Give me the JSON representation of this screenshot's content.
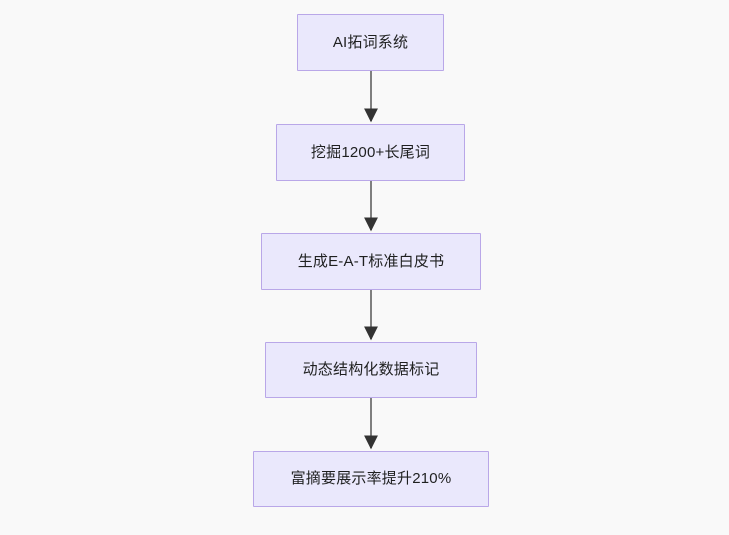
{
  "diagram": {
    "type": "flowchart",
    "direction": "top-to-bottom",
    "background_color": "#f9f9f9",
    "node_fill_color": "#eae8fc",
    "node_border_color": "#b9a7e8",
    "node_text_color": "#1f2020",
    "edge_color": "#7f7f7f",
    "arrowhead_color": "#333333",
    "nodes": [
      {
        "id": "n0",
        "label": "AI拓词系统"
      },
      {
        "id": "n1",
        "label": "挖掘1200+长尾词"
      },
      {
        "id": "n2",
        "label": "生成E-A-T标准白皮书"
      },
      {
        "id": "n3",
        "label": "动态结构化数据标记"
      },
      {
        "id": "n4",
        "label": "富摘要展示率提升210%"
      }
    ],
    "edges": [
      {
        "from": "n0",
        "to": "n1",
        "label": ""
      },
      {
        "from": "n1",
        "to": "n2",
        "label": ""
      },
      {
        "from": "n2",
        "to": "n3",
        "label": ""
      },
      {
        "from": "n3",
        "to": "n4",
        "label": ""
      }
    ]
  }
}
